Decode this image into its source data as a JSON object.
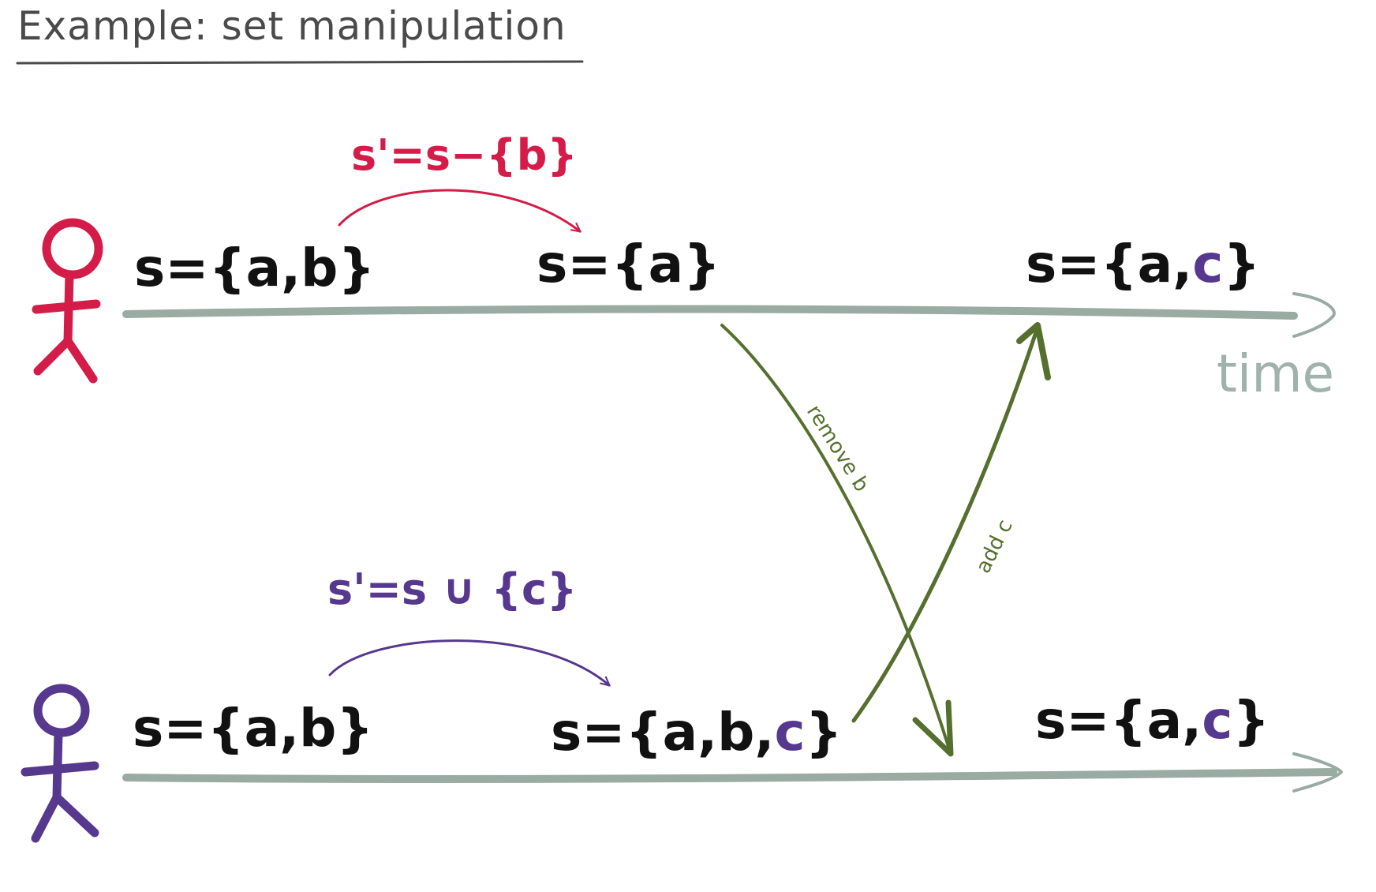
{
  "title": "Example: set manipulation",
  "time_label": "time",
  "colors": {
    "user1": "#d41c48",
    "user2": "#56388f",
    "timeline": "#9aaba4",
    "message": "#55702e",
    "text": "#111111",
    "title": "#4a4a4a"
  },
  "icons": {
    "user1": "stick-figure-icon",
    "user2": "stick-figure-icon"
  },
  "user1": {
    "state_initial": "s={a,b}",
    "operation": "s'=s−{b}",
    "state_after_op": "s={a}",
    "state_final_prefix": "s={a,",
    "state_final_highlight": "c",
    "state_final_suffix": "}"
  },
  "user2": {
    "state_initial": "s={a,b}",
    "operation": "s'=s ∪ {c}",
    "state_after_op_prefix": "s={a,b,",
    "state_after_op_highlight": "c",
    "state_after_op_suffix": "}",
    "state_final_prefix": "s={a,",
    "state_final_highlight": "c",
    "state_final_suffix": "}"
  },
  "messages": {
    "user1_to_user2": "remove b",
    "user2_to_user1": "add c"
  }
}
